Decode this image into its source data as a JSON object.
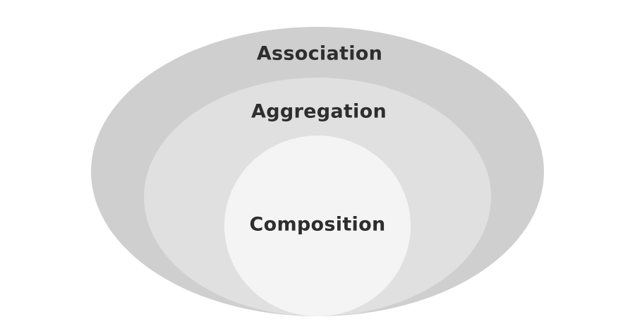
{
  "diagram": {
    "outer": {
      "label": "Association",
      "fill": "#cfcfcf"
    },
    "middle": {
      "label": "Aggregation",
      "fill": "#e0e0e0"
    },
    "inner": {
      "label": "Composition",
      "fill": "#f4f4f4"
    },
    "text_color": "#2e2e2e"
  }
}
